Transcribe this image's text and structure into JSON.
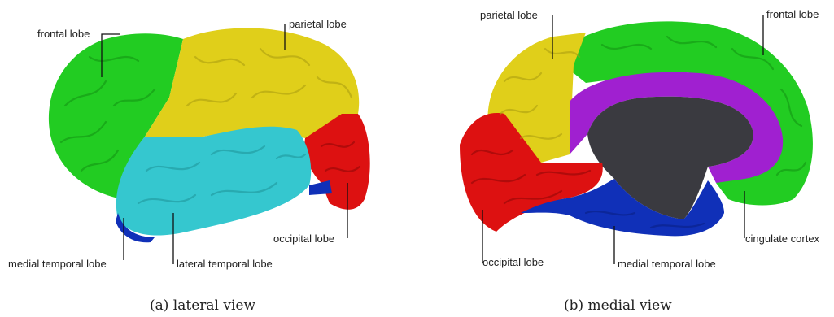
{
  "panels": [
    {
      "caption": "(a)  lateral view",
      "labels": {
        "frontal": "frontal lobe",
        "parietal": "parietal lobe",
        "occipital": "occipital lobe",
        "medial_temporal": "medial temporal lobe",
        "lateral_temporal": "lateral temporal lobe"
      }
    },
    {
      "caption": "(b)  medial view",
      "labels": {
        "parietal": "parietal lobe",
        "frontal": "frontal lobe",
        "cingulate": "cingulate cortex",
        "occipital": "occipital lobe",
        "medial_temporal": "medial temporal lobe"
      }
    }
  ],
  "colors": {
    "frontal": "#22cc22",
    "parietal": "#e0cf1a",
    "occipital": "#dd1111",
    "lateral_temporal": "#35c7cf",
    "medial_temporal": "#1030b8",
    "cingulate": "#a020d0",
    "midline": "#3a3a40"
  }
}
